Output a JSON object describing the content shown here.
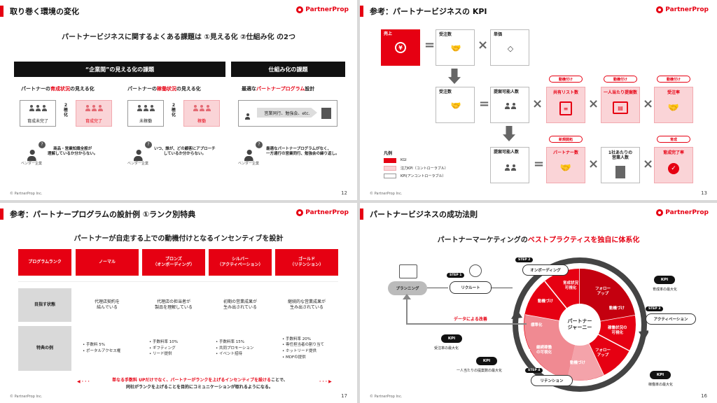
{
  "brand": "PartnerProp",
  "copyright": "© PartnerProp Inc.",
  "s12": {
    "title": "取り巻く環境の変化",
    "page": "12",
    "headline": "パートナービジネスに関するよくある課題は ①見える化 ②仕組み化 の2つ",
    "left_header": "“企業間”の見える化の課題",
    "right_header": "仕組み化の課題",
    "sub1_pre": "パートナーの",
    "sub1_red": "育成状況",
    "sub1_post": "の見える化",
    "sub2_pre": "パートナーの",
    "sub2_red": "稼働状況",
    "sub2_post": "の見える化",
    "sub3_pre": "最適な",
    "sub3_red": "パートナープログラム",
    "sub3_post": "設計",
    "box1_from": "育成未完了",
    "box1_arrow": "2\n極\n化",
    "box1_to": "育成完了",
    "box2_from": "未稼働",
    "box2_arrow": "2\n極\n化",
    "box2_to": "稼働",
    "box3_text": "営業同行、勉強会、etc.",
    "q1": "商品・営業知識全般が\n理解しているか分からない。",
    "q2": "いつ、誰が、どの顧客にアプローチ\nしているか分からない。",
    "q3": "最適なパートナープログラムがなく、\n一方通行の営業同行、勉強会の繰り返し。",
    "vendor": "ベンダー企業"
  },
  "s13": {
    "title": "参考：パートナービジネスの KPI",
    "page": "13",
    "sales": "売上",
    "orders": "受注数",
    "unit_price": "単価",
    "orders2": "受注数",
    "proposals": "提案可能人数",
    "proposals2": "提案可能人数",
    "tag_motivate": "動機付け",
    "tag_new": "新規開拓",
    "tag_develop": "育成",
    "shared_lists": "共有リスト数",
    "proposals_per_person": "一人当たり提案数",
    "order_rate": "受注率",
    "partner_count": "パートナー数",
    "sales_per_company": "1社あたりの\n営業人数",
    "training_completed": "育成完了率",
    "legend_title": "凡例",
    "legend_kgi": "KGI",
    "legend_controllable": "注力KPI（コントローラブル）",
    "legend_uncontrollable": "KPI(アンコントローラブル）"
  },
  "s17": {
    "title": "参考：パートナープログラムの設計例 ①ランク別特典",
    "page": "17",
    "headline": "パートナーが自走する上での動機付けとなるインセンティブを設計",
    "row_header": "プログラムランク",
    "ranks": [
      "ノーマル",
      "ブロンズ\n（オンボーディング）",
      "シルバー\n（アクティベーション）",
      "ゴールド\n（リテンション）"
    ],
    "row2_label": "目指す状態",
    "goals": [
      "代理店契約を\n結んでいる",
      "代理店の担当者が\n製品を理解している",
      "初期の営業成果が\n生み出されている",
      "継続的な営業成果が\n生み出されている"
    ],
    "row3_label": "特典の例",
    "benefits": [
      "• 手数料 5%\n• ポータルアクセス権",
      "• 手数料率 10%\n• ギフティング\n• リード提供",
      "• 手数料率 15%\n• 共同プロモーション\n• イベント招待",
      "• 手数料率 20%\n• 専任担当者の割り当て\n• ホットリード提供\n• MDFの提供"
    ],
    "footer_red": "単なる手数料 UPだけでなく、パートナーがランクを上げるインセンティブを設ける",
    "footer_black1": "ことで、",
    "footer_black2": "同社がランクを上げることを目的にコミュニケーションが取れるようになる。"
  },
  "s16": {
    "title": "パートナービジネスの成功法則",
    "page": "16",
    "headline_pre": "パートナーマーケティングの",
    "headline_red": "ベストプラクティスを独自に体系化",
    "planning": "プランニング",
    "step1": "STEP 1",
    "recruit": "リクルート",
    "step2": "STEP 2",
    "onboarding": "オンボーディング",
    "step3": "STEP 3",
    "activation": "アクティベーション",
    "step4": "STEP 4",
    "retention": "リテンション",
    "data_improve": "データによる改善",
    "center": "パートナー\nジャーニー",
    "seg_growth": "育成状況\n可視化",
    "seg_follow1": "フォロー\nアップ",
    "seg_motivate1": "動機づけ",
    "seg_active_vis": "稼働状況の\n可視化",
    "seg_follow2": "フォロー\nアップ",
    "seg_motivate2": "動機づけ",
    "seg_retention_vis": "継続稼働\nの可視化",
    "seg_standard": "標準化",
    "seg_motivate3": "動機づけ",
    "kpi": "KPI",
    "kpi_growth": "育成率の最大化",
    "kpi_order": "受注率の最大化",
    "kpi_proposal": "一人当たりの提案数の最大化",
    "kpi_active": "稼働率の最大化"
  }
}
